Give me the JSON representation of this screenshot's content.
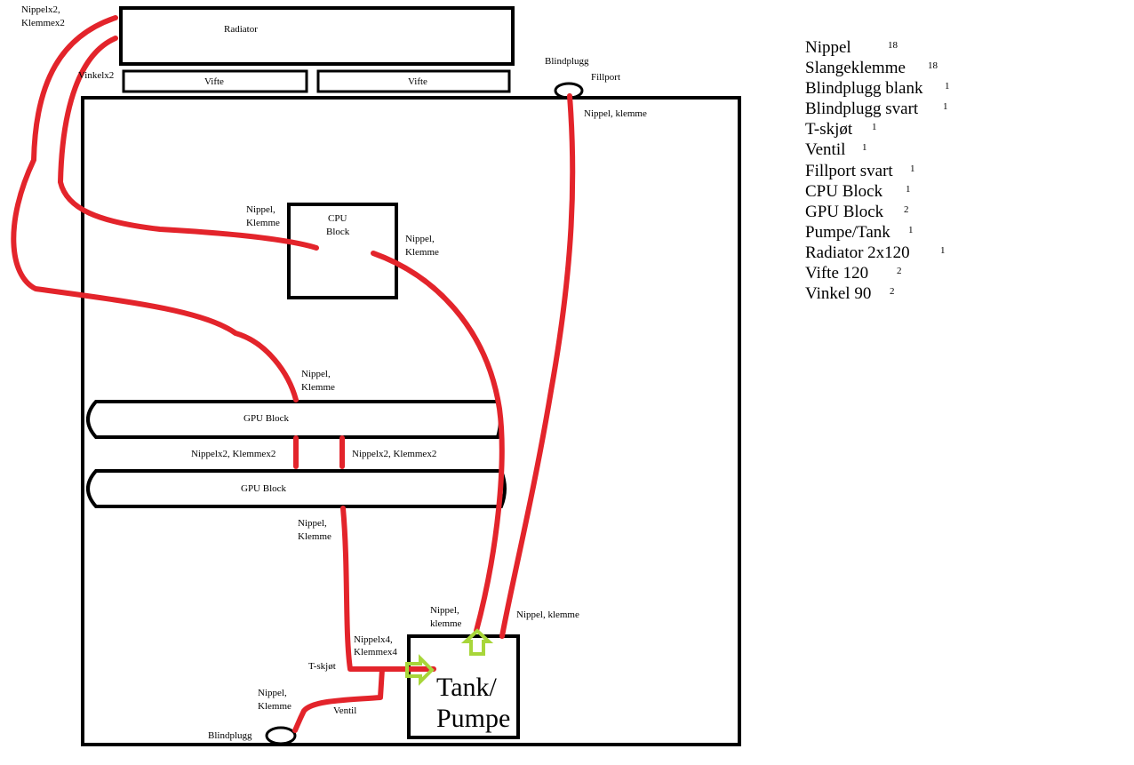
{
  "diagram": {
    "radiator": {
      "label": "Radiator"
    },
    "fans": [
      {
        "label": "Vifte"
      },
      {
        "label": "Vifte"
      }
    ],
    "cpu_block": {
      "label_line1": "CPU",
      "label_line2": "Block"
    },
    "gpu_blocks": [
      {
        "label": "GPU Block"
      },
      {
        "label": "GPU Block"
      }
    ],
    "tank_pump": {
      "label_line1": "Tank/",
      "label_line2": "Pumpe"
    },
    "annotations": {
      "radiator_fittings": [
        "Nippelx2,",
        "Klemmex2"
      ],
      "angle_fittings": "Vinkelx2",
      "top_plug": "Blindplugg",
      "fillport": "Fillport",
      "fillport_fitting": "Nippel, klemme",
      "cpu_in": [
        "Nippel,",
        "Klemme"
      ],
      "cpu_out": [
        "Nippel,",
        "Klemme"
      ],
      "gpu_top_in": [
        "Nippel,",
        "Klemme"
      ],
      "gpu_bridge_left": "Nippelx2, Klemmex2",
      "gpu_bridge_right": "Nippelx2, Klemmex2",
      "gpu_bottom_out": [
        "Nippel,",
        "Klemme"
      ],
      "tank_in": [
        "Nippel,",
        "klemme"
      ],
      "tank_return": "Nippel, klemme",
      "tee_fittings": [
        "Nippelx4,",
        "Klemmex4"
      ],
      "tee": "T-skjøt",
      "drain_fitting": [
        "Nippel,",
        "Klemme"
      ],
      "valve": "Ventil",
      "bottom_plug": "Blindplugg"
    }
  },
  "parts_list": [
    {
      "name": "Nippel",
      "qty": "18"
    },
    {
      "name": "Slangeklemme",
      "qty": "18"
    },
    {
      "name": "Blindplugg blank",
      "qty": "1"
    },
    {
      "name": "Blindplugg svart",
      "qty": "1"
    },
    {
      "name": "T-skjøt",
      "qty": "1"
    },
    {
      "name": "Ventil",
      "qty": "1"
    },
    {
      "name": "Fillport svart",
      "qty": "1"
    },
    {
      "name": "CPU Block",
      "qty": "1"
    },
    {
      "name": "GPU Block",
      "qty": "2"
    },
    {
      "name": "Pumpe/Tank",
      "qty": "1"
    },
    {
      "name": "Radiator 2x120",
      "qty": "1"
    },
    {
      "name": "Vifte 120",
      "qty": "2"
    },
    {
      "name": "Vinkel 90",
      "qty": "2"
    }
  ],
  "colors": {
    "hose": "#e3242b",
    "flow_arrow": "#a8d63a",
    "outline": "#000000"
  }
}
